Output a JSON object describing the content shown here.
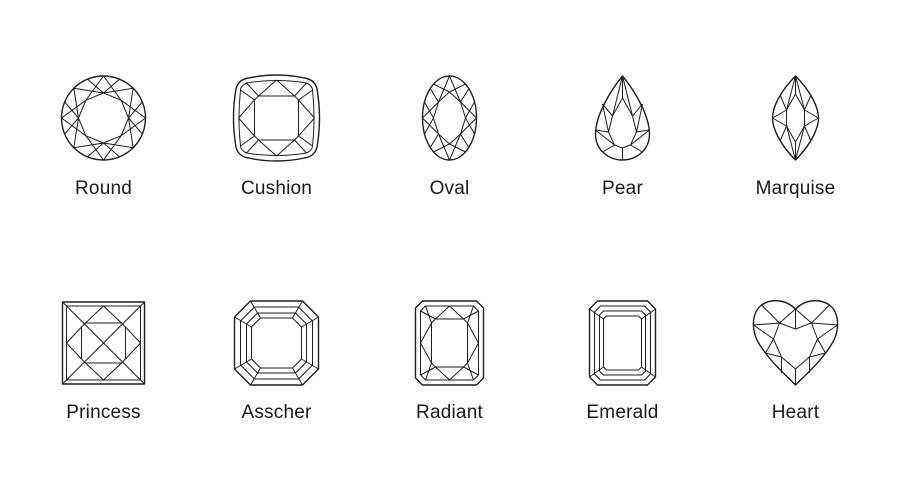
{
  "shapes": [
    {
      "label": "Round",
      "icon": "round-diamond-icon"
    },
    {
      "label": "Cushion",
      "icon": "cushion-diamond-icon"
    },
    {
      "label": "Oval",
      "icon": "oval-diamond-icon"
    },
    {
      "label": "Pear",
      "icon": "pear-diamond-icon"
    },
    {
      "label": "Marquise",
      "icon": "marquise-diamond-icon"
    },
    {
      "label": "Princess",
      "icon": "princess-diamond-icon"
    },
    {
      "label": "Asscher",
      "icon": "asscher-diamond-icon"
    },
    {
      "label": "Radiant",
      "icon": "radiant-diamond-icon"
    },
    {
      "label": "Emerald",
      "icon": "emerald-diamond-icon"
    },
    {
      "label": "Heart",
      "icon": "heart-diamond-icon"
    }
  ],
  "colors": {
    "background": "#ffffff",
    "line": "#1f1f1f",
    "text": "#1a1a1a"
  }
}
